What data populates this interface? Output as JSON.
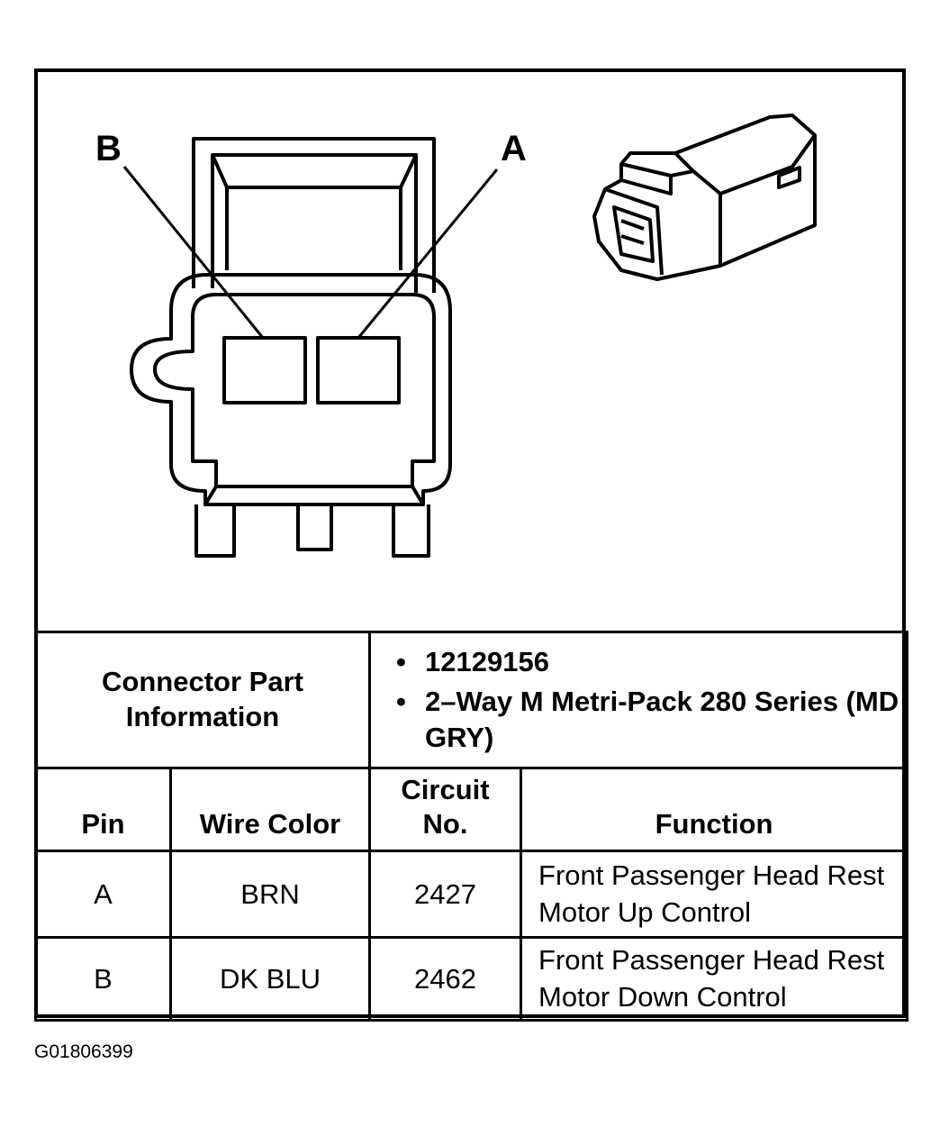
{
  "diagram": {
    "pin_b_label": "B",
    "pin_a_label": "A"
  },
  "connector_info": {
    "label": "Connector Part Information",
    "part_number": "12129156",
    "description": "2–Way M Metri-Pack 280 Series (MD GRY)"
  },
  "table": {
    "headers": {
      "pin": "Pin",
      "wire_color": "Wire Color",
      "circuit_no": "Circuit No.",
      "function": "Function"
    },
    "rows": [
      {
        "pin": "A",
        "wire_color": "BRN",
        "circuit": "2427",
        "function": "Front Passenger Head Rest Motor Up Control"
      },
      {
        "pin": "B",
        "wire_color": "DK BLU",
        "circuit": "2462",
        "function": "Front Passenger Head Rest Motor Down Control"
      }
    ]
  },
  "figure_id": "G01806399"
}
